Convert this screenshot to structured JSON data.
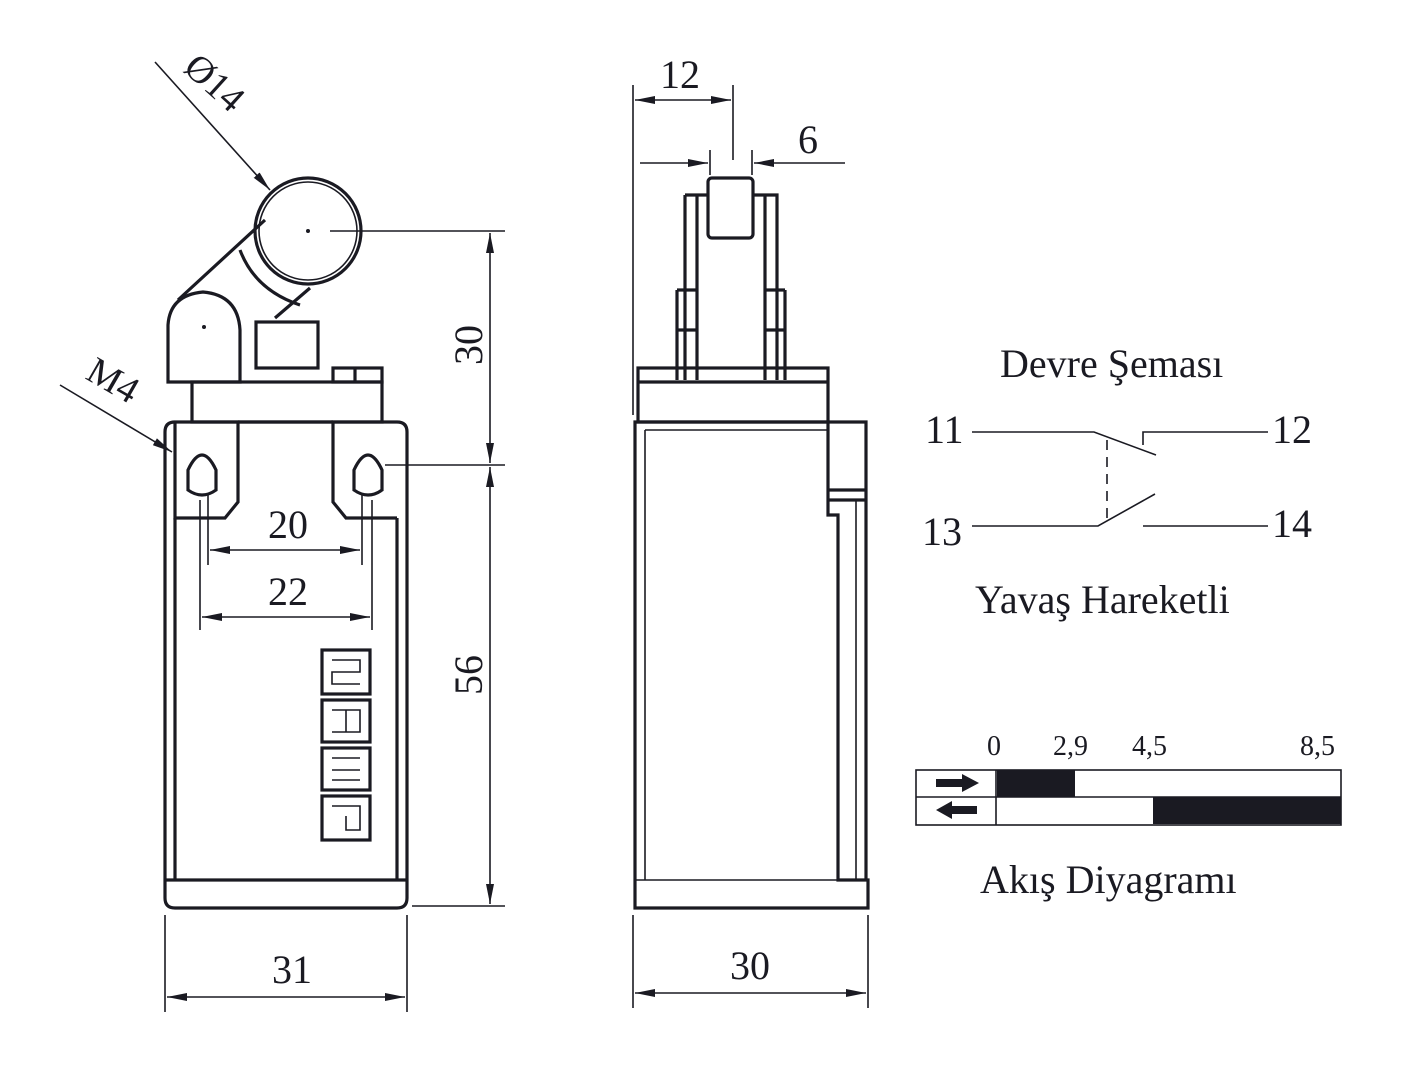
{
  "front_view": {
    "roller_diameter": "Ø14",
    "thread": "M4",
    "height_top": "30",
    "height_body": "56",
    "hole_spacing_inner": "20",
    "hole_spacing_outer": "22",
    "width": "31",
    "logo_text": "emas"
  },
  "side_view": {
    "actuator_width": "12",
    "roller_width": "6",
    "depth": "30"
  },
  "circuit": {
    "title": "Devre Şeması",
    "terminals": [
      "11",
      "12",
      "13",
      "14"
    ],
    "subtitle": "Yavaş Hareketli"
  },
  "flow_diagram": {
    "title": "Akış Diyagramı",
    "ticks": [
      "0",
      "2,9",
      "4,5",
      "8,5"
    ],
    "rows": [
      {
        "direction": "forward",
        "icon": "arrow-right-icon",
        "closed_from": 0,
        "closed_to": 2.9
      },
      {
        "direction": "return",
        "icon": "arrow-left-icon",
        "closed_from": 4.5,
        "closed_to": 8.5
      }
    ],
    "fill_color": "#1a1a22"
  }
}
